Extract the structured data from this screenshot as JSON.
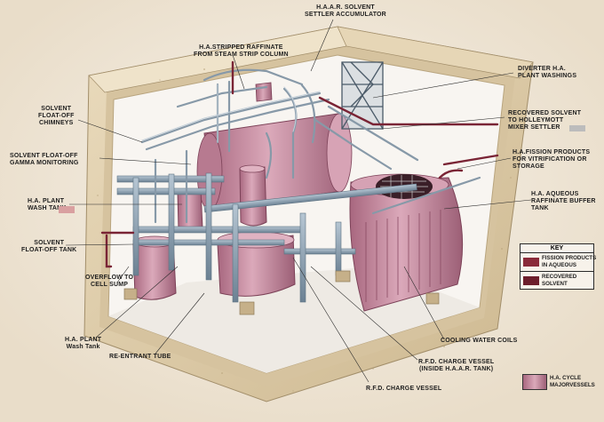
{
  "callouts": {
    "haar_settler": "H.A.A.R. SOLVENT\nSETTLER ACCUMULATOR",
    "stripped_raffinate": "H.A.STRIPPED RAFFINATE\nFROM STEAM STRIP COLUMN",
    "diverter": "DIVERTER H.A.\nPLANT WASHINGS",
    "float_off_chimneys": "SOLVENT\nFLOAT-OFF\nCHIMNEYS",
    "recovered_solvent_holleymott": "RECOVERED SOLVENT\nTO HOLLEYMOTT\nMIXER SETTLER",
    "float_off_gamma": "SOLVENT FLOAT-OFF\nGAMMA MONITORING",
    "fission_vitrification": "H.A.FISSION PRODUCTS\nFOR VITRIFICATION OR\nSTORAGE",
    "plant_wash_tank_upper": "H.A. PLANT\nWASH TANK",
    "aqueous_raffinate": "H.A. AQUEOUS\nRAFFINATE BUFFER\nTANK",
    "float_off_tank": "SOLVENT\nFLOAT-OFF TANK",
    "overflow": "OVERFLOW TO\nCELL SUMP",
    "plant_wash_tank_lower": "H.A. PLANT\nWash Tank",
    "cooling_coils": "COOLING WATER COILS",
    "reentrant_tube": "RE-ENTRANT TUBE",
    "rfd_inside": "R.F.D. CHARGE VESSEL\n(INSIDE H.A.A.R. TANK)",
    "rfd_charge": "R.F.D. CHARGE VESSEL"
  },
  "key": {
    "title": "KEY",
    "fission_label": "FISSION PRODUCTS\nIN AQUEOUS",
    "solvent_label": "RECOVERED\nSOLVENT",
    "vessels_label": "H.A. CYCLE\nMAJORVESSELS"
  },
  "colors": {
    "vessel": "#c98fa3",
    "vessel_dark": "#9c5f76",
    "pipe": "#8da2b3",
    "pipe_dark": "#5e7383",
    "fission": "#8a2a3a",
    "solvent": "#6d1e2c",
    "concrete": "#e0cfae",
    "highlight_swatch": "#d9a0a0"
  }
}
